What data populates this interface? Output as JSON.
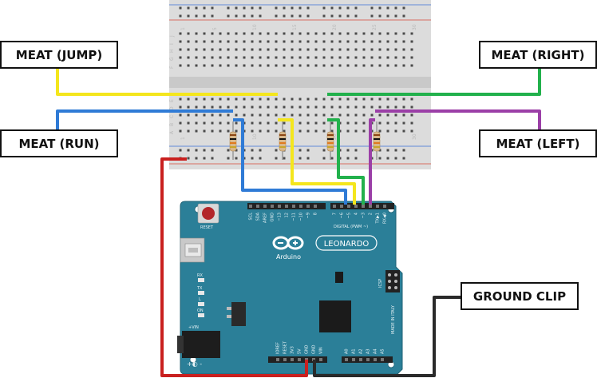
{
  "labels": {
    "jump": "MEAT (JUMP)",
    "run": "MEAT (RUN)",
    "right": "MEAT (RIGHT)",
    "left": "MEAT (LEFT)",
    "ground": "GROUND CLIP"
  },
  "board": {
    "brand": "Arduino",
    "model": "LEONARDO",
    "reset": "RESET",
    "icsp": "ICSP",
    "digital": "DIGITAL (PWM ~)",
    "made_in": "MADE IN ITALY",
    "vin_label": "+VIN",
    "power_symbol": "+◐ -",
    "led_labels": [
      "RX",
      "TX",
      "L",
      "ON"
    ],
    "top_pins": [
      "SCL",
      "SDA",
      "AREF",
      "GND",
      "~13",
      "12",
      "~11",
      "~10",
      "~9",
      "8",
      "7",
      "~6",
      "~5",
      "4",
      "~3",
      "2",
      "TX▶1",
      "RX◀0"
    ],
    "bottom_pins": [
      "IOREF",
      "RESET",
      "3V3",
      "5V",
      "GND",
      "GND",
      "VIN",
      "A0",
      "A1",
      "A2",
      "A3",
      "A4",
      "A5"
    ]
  },
  "breadboard": {
    "numbers": [
      "1",
      "5",
      "10",
      "15",
      "20",
      "25",
      "30"
    ],
    "rows_top": [
      "J",
      "I",
      "H",
      "G",
      "F"
    ],
    "rows_bottom": [
      "E",
      "D",
      "C",
      "B",
      "A"
    ]
  },
  "wire_colors": {
    "yellow": "#f4e61d",
    "blue": "#2f7bd6",
    "green": "#22b14c",
    "purple": "#9b3fa7",
    "red": "#c9201f",
    "black": "#2a2a2a"
  },
  "board_color": "#2b7f98"
}
